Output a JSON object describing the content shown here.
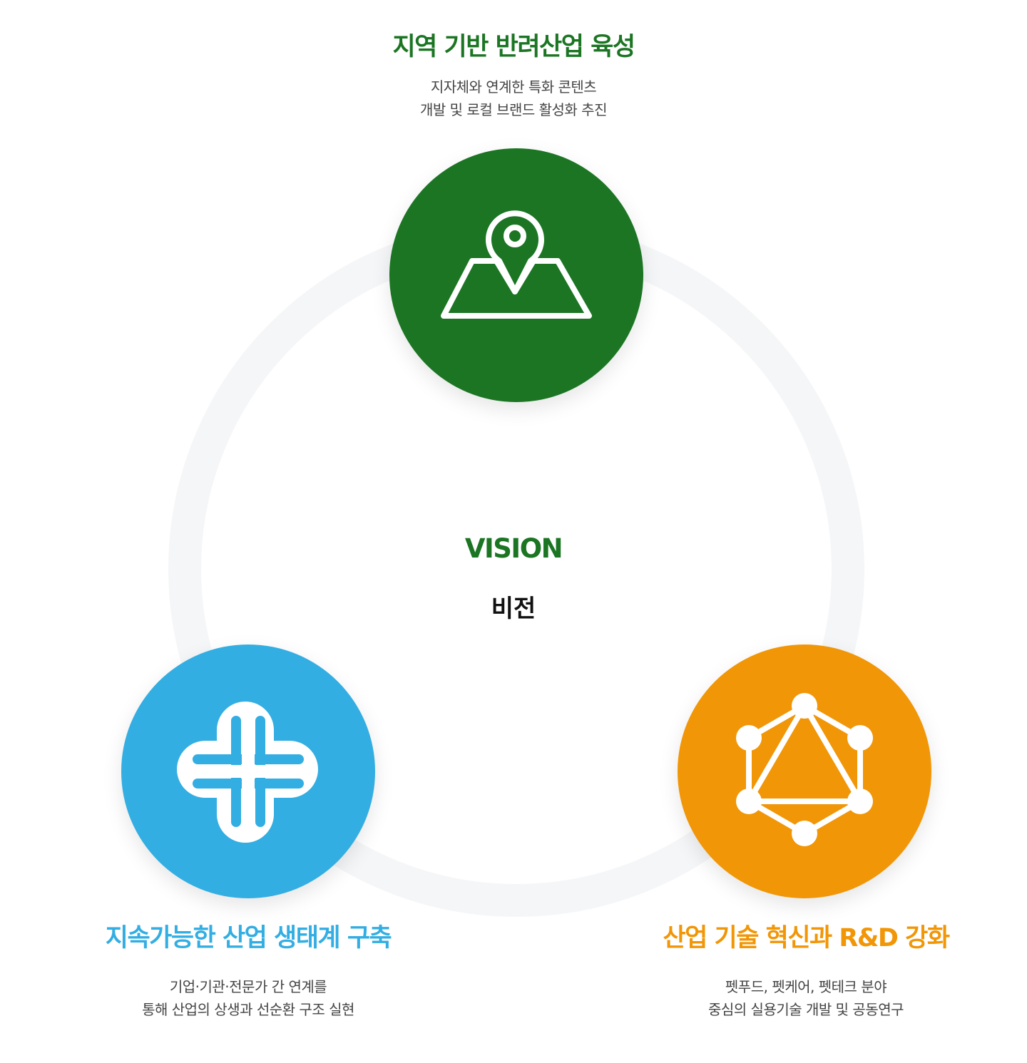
{
  "center": {
    "vision_label": "VISION",
    "vision_sub": "비전"
  },
  "pillars": [
    {
      "title": "지역 기반 반려산업 육성",
      "desc_line1": "지자체와 연계한 특화 콘텐츠",
      "desc_line2": "개발 및 로컬 브랜드 활성화 추진",
      "icon": "map-pin-icon",
      "color": "#1b7523"
    },
    {
      "title": "지속가능한 산업 생태계 구축",
      "desc_line1": "기업·기관·전문가 간 연계를",
      "desc_line2": "통해 산업의 상생과 선순환 구조 실현",
      "icon": "interlinked-network-icon",
      "color": "#33aee2"
    },
    {
      "title": "산업 기술 혁신과 R&D 강화",
      "desc_line1": "펫푸드, 펫케어, 펫테크 분야",
      "desc_line2": "중심의 실용기술 개발 및 공동연구",
      "icon": "graph-nodes-icon",
      "color": "#f19606"
    }
  ],
  "colors": {
    "green": "#1b7523",
    "blue": "#33aee2",
    "orange": "#f19606",
    "ring": "#f5f6f8"
  }
}
